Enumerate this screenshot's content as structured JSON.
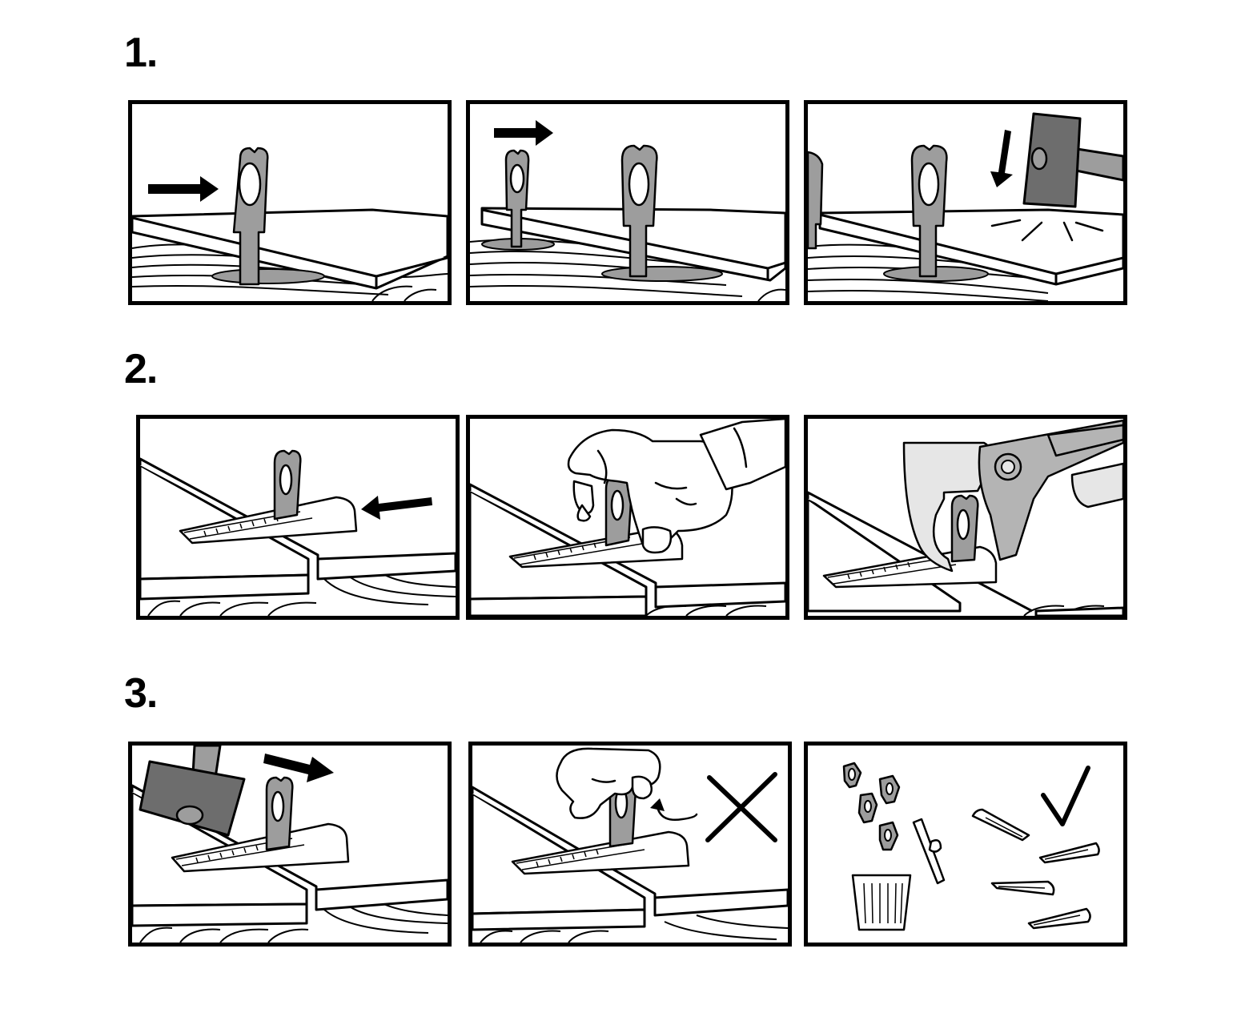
{
  "steps": [
    {
      "number": "1."
    },
    {
      "number": "2."
    },
    {
      "number": "3."
    }
  ],
  "colors": {
    "outline": "#000000",
    "clip_gray": "#9d9d9d",
    "mallet_gray": "#6d6d6d",
    "background": "#ffffff"
  },
  "icons": [
    "leveling-clip-icon",
    "arrow-icon",
    "rubber-mallet-icon",
    "wedge-icon",
    "hand-icon",
    "pliers-icon",
    "cross-mark-icon",
    "check-mark-icon",
    "trash-bin-icon"
  ]
}
